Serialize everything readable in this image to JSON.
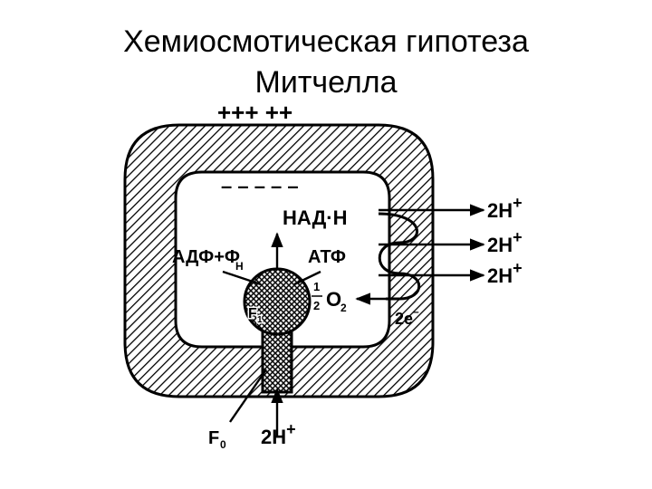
{
  "title": {
    "line1": "Хемиосмотическая гипотеза",
    "line2": "Митчелла"
  },
  "diagram": {
    "outer_charge": "+++ ++",
    "inner_charge": "– – – – –",
    "nadh": "НАД·Н",
    "adp_pn": "АДФ+Ф",
    "pn_sub": "Н",
    "atp": "АТФ",
    "oxygen_frac_num": "1",
    "oxygen_frac_den": "2",
    "oxygen": "O",
    "oxygen_sub": "2",
    "electrons": "2e",
    "electrons_sup": "–",
    "f1": "F",
    "f1_sub": "1",
    "f0": "F",
    "f0_sub": "0",
    "proton_out": "2H",
    "proton_in": "2H",
    "proton_sup": "+"
  },
  "colors": {
    "background": "#ffffff",
    "ink": "#000000"
  }
}
